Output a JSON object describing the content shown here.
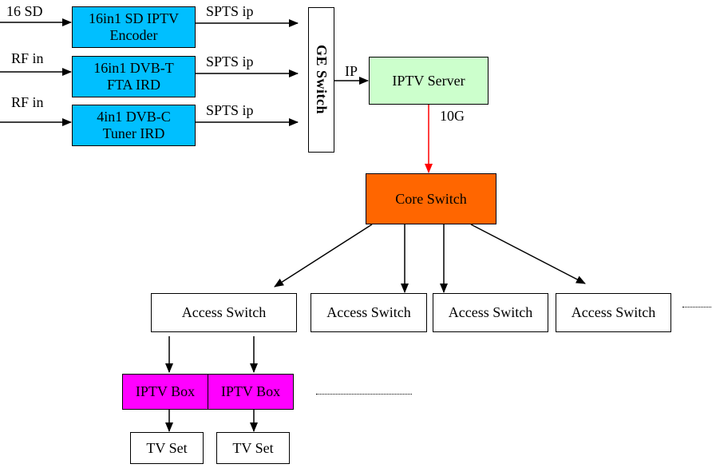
{
  "inputs": {
    "sd": {
      "label": "16 SD"
    },
    "rf1": {
      "label": "RF in"
    },
    "rf2": {
      "label": "RF in"
    }
  },
  "encoders": {
    "sd_encoder": {
      "line1": "16in1 SD IPTV",
      "line2": "Encoder",
      "color": "#00BFFF"
    },
    "dvbt_ird": {
      "line1": "16in1 DVB-T",
      "line2": "FTA IRD",
      "color": "#00BFFF"
    },
    "dvbc_ird": {
      "line1": "4in1 DVB-C",
      "line2": "Tuner IRD",
      "color": "#00BFFF"
    }
  },
  "links": {
    "spts1": "SPTS ip",
    "spts2": "SPTS ip",
    "spts3": "SPTS ip",
    "ip": "IP",
    "ten_g": "10G"
  },
  "ge_switch": {
    "label": "GE Switch"
  },
  "iptv_server": {
    "label": "IPTV Server",
    "color": "#CCFFCC"
  },
  "core_switch": {
    "label": "Core Switch",
    "color": "#FF6600"
  },
  "access_switches": [
    {
      "label": "Access Switch"
    },
    {
      "label": "Access Switch"
    },
    {
      "label": "Access Switch"
    },
    {
      "label": "Access Switch"
    }
  ],
  "iptv_boxes": [
    {
      "label": "IPTV Box"
    },
    {
      "label": "IPTV Box"
    }
  ],
  "iptv_box_color": "#FF00FF",
  "tv_sets": [
    {
      "label": "TV Set"
    },
    {
      "label": "TV Set"
    }
  ],
  "colors": {
    "server_link": "#FF0000",
    "line": "#000000"
  }
}
